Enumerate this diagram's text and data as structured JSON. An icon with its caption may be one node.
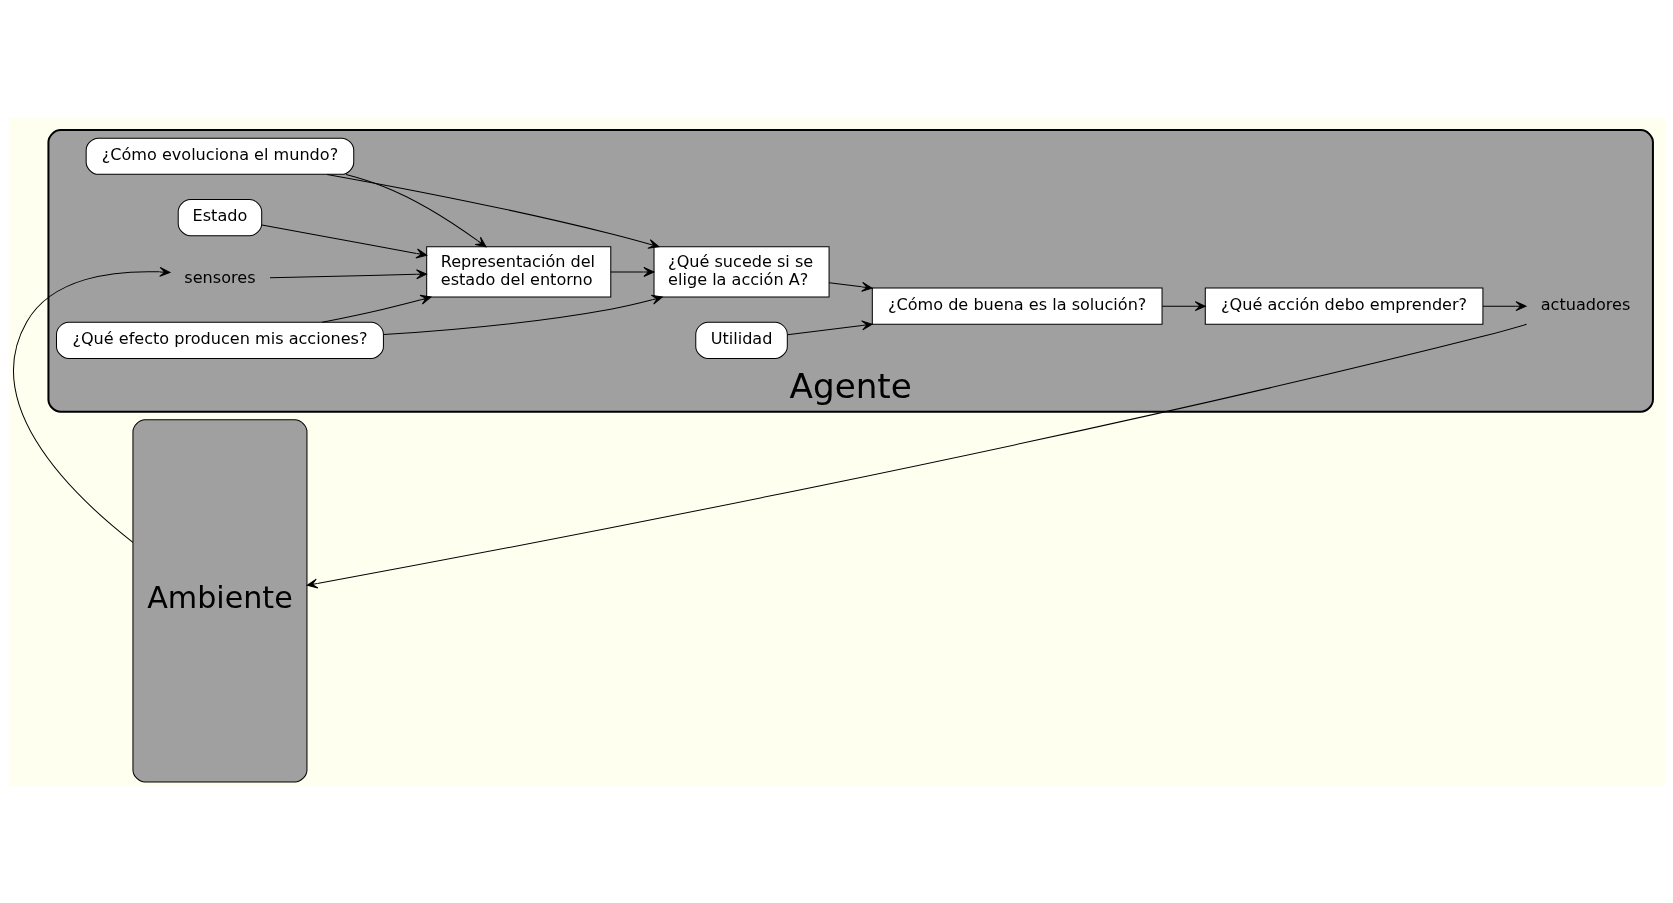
{
  "diagram": {
    "nodes": [
      {
        "text": [
          "Agente"
        ]
      },
      {
        "text": [
          "Estado"
        ],
        "in": 0
      },
      {
        "text": [
          "¿Cómo evoluciona el mundo?"
        ],
        "in": 0
      },
      {
        "text": [
          "¿Qué efecto producen mis acciones?"
        ],
        "in": 0
      },
      {
        "text": [
          "sensores"
        ],
        "in": 0
      },
      {
        "text": [
          "Representación del estado del entorno"
        ],
        "in": 0
      },
      {
        "text": [
          "¿Qué sucede si se elige la acción A?"
        ],
        "in": 0
      },
      {
        "text": [
          "Utilidad"
        ],
        "in": 0
      },
      {
        "text": [
          "¿Cómo de buena es la solución?"
        ],
        "in": 0
      },
      {
        "text": [
          "¿Qué acción debo emprender?"
        ],
        "in": 0
      },
      {
        "text": [
          "actuadores"
        ],
        "in": 0
      },
      {
        "text": [
          "Ambiente"
        ]
      }
    ],
    "edges": [
      {
        "from": 11,
        "to": 4,
        "arrow": "to"
      },
      {
        "from": 4,
        "to": 5,
        "arrow": "to"
      },
      {
        "from": 1,
        "to": 5,
        "arrow": "to"
      },
      {
        "from": 2,
        "to": 5,
        "arrow": "to"
      },
      {
        "from": 3,
        "to": 5,
        "arrow": "to"
      },
      {
        "from": 2,
        "to": 6,
        "arrow": "to"
      },
      {
        "from": 3,
        "to": 6,
        "arrow": "to"
      },
      {
        "from": 5,
        "to": 6,
        "arrow": "to"
      },
      {
        "from": 6,
        "to": 8,
        "arrow": "to"
      },
      {
        "from": 7,
        "to": 8,
        "arrow": "to"
      },
      {
        "from": 8,
        "to": 9,
        "arrow": "to"
      },
      {
        "from": 9,
        "to": 10,
        "arrow": "to"
      },
      {
        "from": 10,
        "to": 11,
        "arrow": "to"
      }
    ]
  }
}
